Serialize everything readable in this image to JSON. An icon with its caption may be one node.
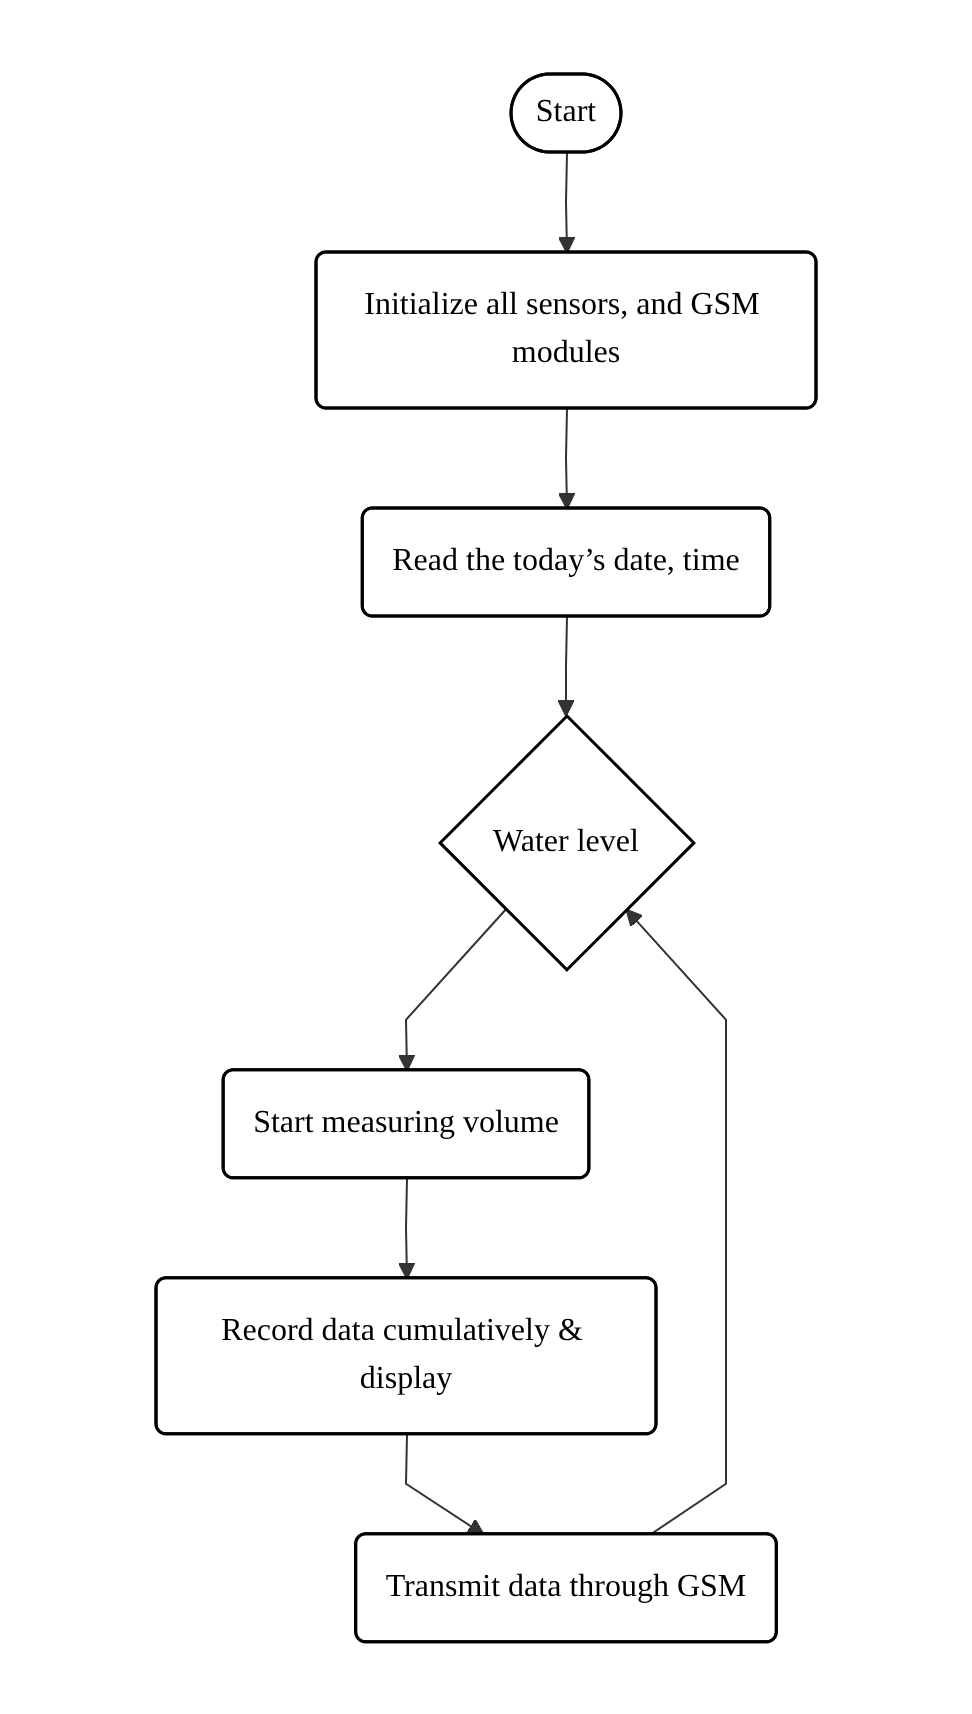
{
  "diagram": {
    "nodes": [
      {
        "text": [
          "Start"
        ]
      },
      {
        "text": [
          "Initialize all sensors, and GSM modules"
        ]
      },
      {
        "text": [
          "Read the today’s date, time"
        ]
      },
      {
        "text": [
          "Water level"
        ]
      },
      {
        "text": [
          "Start measuring volume"
        ]
      },
      {
        "text": [
          "Record data cumulatively & display"
        ]
      },
      {
        "text": [
          "Transmit data through GSM"
        ]
      }
    ],
    "edges": [
      {
        "from": 0,
        "to": 1,
        "arrow": "to"
      },
      {
        "from": 1,
        "to": 2,
        "arrow": "to"
      },
      {
        "from": 2,
        "to": 3,
        "arrow": "to"
      },
      {
        "from": 3,
        "to": 4,
        "arrow": "to"
      },
      {
        "from": 4,
        "to": 5,
        "arrow": "to"
      },
      {
        "from": 5,
        "to": 6,
        "arrow": "to"
      },
      {
        "from": 6,
        "to": 3,
        "arrow": "to"
      }
    ]
  }
}
